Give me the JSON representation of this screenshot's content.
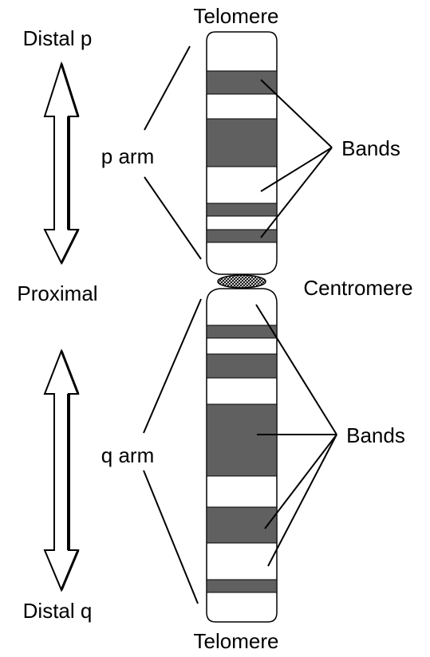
{
  "labels": {
    "telomere_top": "Telomere",
    "telomere_bottom": "Telomere",
    "distal_p": "Distal p",
    "proximal": "Proximal",
    "distal_q": "Distal q",
    "p_arm": "p arm",
    "q_arm": "q arm",
    "bands_p": "Bands",
    "bands_q": "Bands",
    "centromere": "Centromere"
  },
  "colors": {
    "band_dark": "#606060",
    "outline": "#000000",
    "background": "#ffffff"
  }
}
